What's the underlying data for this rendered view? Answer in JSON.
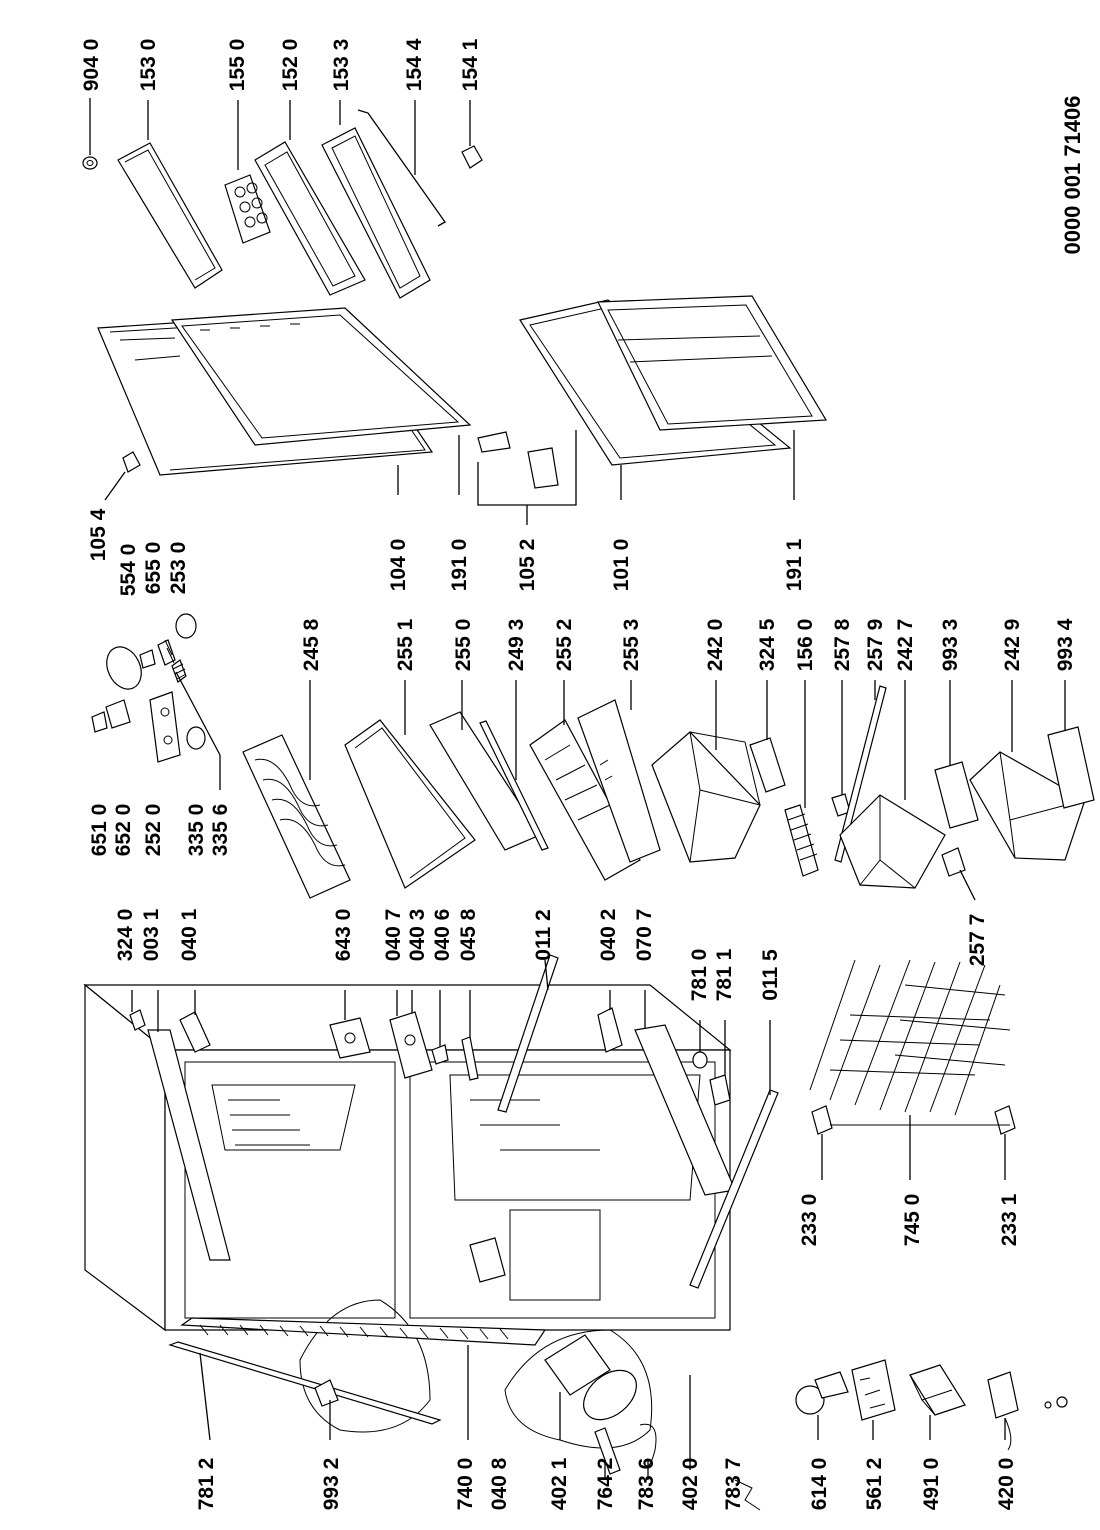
{
  "diagram": {
    "document_number": "0000 001 71406",
    "part_labels": [
      "904 0",
      "153 0",
      "155 0",
      "152 0",
      "153 3",
      "154 4",
      "154 1",
      "105 4",
      "554 0",
      "655 0",
      "253 0",
      "104 0",
      "191 0",
      "105 2",
      "101 0",
      "191 1",
      "651 0",
      "652 0",
      "252 0",
      "335 0",
      "335 6",
      "245 8",
      "255 1",
      "255 0",
      "249 3",
      "255 2",
      "255 3",
      "242 0",
      "324 5",
      "156 0",
      "257 8",
      "257 9",
      "242 7",
      "993 3",
      "242 9",
      "993 4",
      "257 7",
      "324 0",
      "003 1",
      "040 1",
      "643 0",
      "040 7",
      "040 3",
      "040 6",
      "045 8",
      "011 2",
      "040 2",
      "070 7",
      "781 0",
      "781 1",
      "011 5",
      "233 0",
      "745 0",
      "233 1",
      "781 2",
      "993 2",
      "740 0",
      "040 8",
      "402 1",
      "764 2",
      "783 6",
      "402 0",
      "783 7",
      "614 0",
      "561 2",
      "491 0",
      "420 0"
    ]
  }
}
